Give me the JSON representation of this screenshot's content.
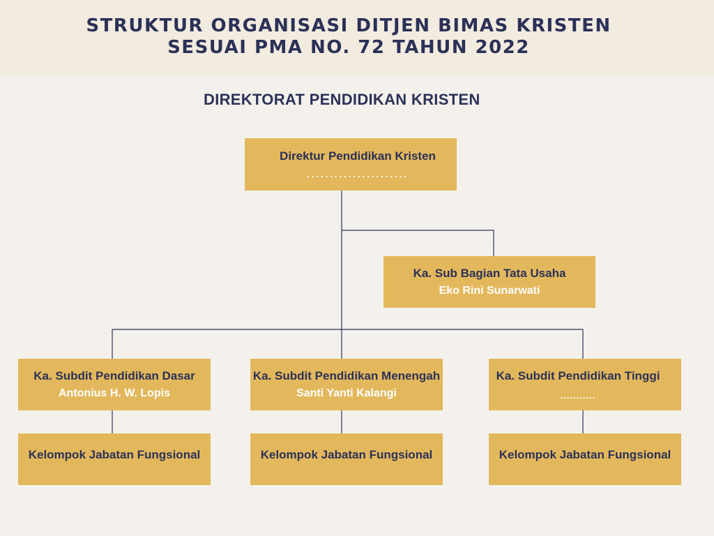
{
  "header": {
    "title_line1": "STRUKTUR ORGANISASI DITJEN BIMAS KRISTEN",
    "title_line2": "SESUAI PMA NO. 72 TAHUN 2022"
  },
  "section": {
    "title": "DIREKTORAT PENDIDIKAN KRISTEN"
  },
  "org": {
    "director": {
      "role": "Direktur Pendidikan Kristen",
      "name": "......................"
    },
    "admin": {
      "role": "Ka. Sub Bagian Tata Usaha",
      "name": "Eko Rini Sunarwati"
    },
    "subdits": [
      {
        "role": "Ka. Subdit Pendidikan Dasar",
        "name": "Antonius H. W. Lopis",
        "group": "Kelompok Jabatan Fungsional"
      },
      {
        "role": "Ka. Subdit Pendidikan Menengah",
        "name": "Santi Yanti Kalangi",
        "group": "Kelompok Jabatan Fungsional"
      },
      {
        "role": "Ka. Subdit Pendidikan Tinggi",
        "name": "...........",
        "group": "Kelompok Jabatan Fungsional"
      }
    ]
  },
  "colors": {
    "box_fill": "#e3b85c",
    "title_text": "#2b3157",
    "header_band": "#f2ebdf",
    "background": "#f4f1ec",
    "connector": "#2b3157"
  }
}
